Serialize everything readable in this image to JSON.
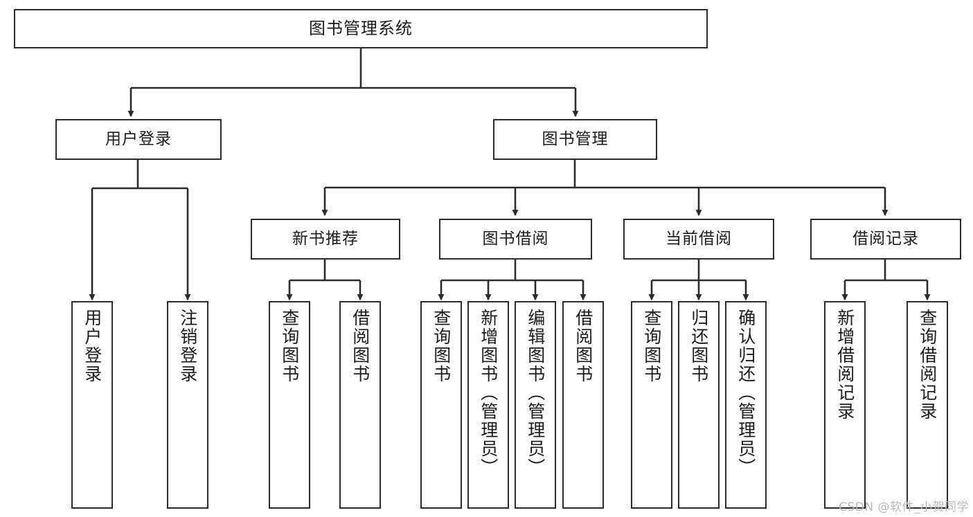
{
  "diagram": {
    "title": "图书管理系统",
    "watermark": "CSDN @软件_小贺同学",
    "colors": {
      "stroke": "#2b2b2b",
      "fill": "#ffffff",
      "text": "#1b1b1b",
      "watermark": "#b8b8b8"
    },
    "nodes": {
      "root": {
        "label": "图书管理系统"
      },
      "level1": [
        {
          "id": "user-login",
          "label": "用户登录"
        },
        {
          "id": "book-manage",
          "label": "图书管理"
        }
      ],
      "level2": [
        {
          "id": "new-book-recommend",
          "label": "新书推荐"
        },
        {
          "id": "book-borrow",
          "label": "图书借阅"
        },
        {
          "id": "current-borrow",
          "label": "当前借阅"
        },
        {
          "id": "borrow-record",
          "label": "借阅记录"
        }
      ],
      "leaves": {
        "user-login": [
          {
            "id": "leaf-user-login",
            "label": "用户登录"
          },
          {
            "id": "leaf-logout",
            "label": "注销登录"
          }
        ],
        "new-book-recommend": [
          {
            "id": "leaf-query-book-1",
            "label": "查询图书"
          },
          {
            "id": "leaf-borrow-book-1",
            "label": "借阅图书"
          }
        ],
        "book-borrow": [
          {
            "id": "leaf-query-book-2",
            "label": "查询图书"
          },
          {
            "id": "leaf-add-book",
            "label": "新增图书（管理员）"
          },
          {
            "id": "leaf-edit-book",
            "label": "编辑图书（管理员）"
          },
          {
            "id": "leaf-borrow-book-2",
            "label": "借阅图书"
          }
        ],
        "current-borrow": [
          {
            "id": "leaf-query-book-3",
            "label": "查询图书"
          },
          {
            "id": "leaf-return-book",
            "label": "归还图书"
          },
          {
            "id": "leaf-confirm-return",
            "label": "确认归还（管理员）"
          }
        ],
        "borrow-record": [
          {
            "id": "leaf-add-record",
            "label": "新增借阅记录"
          },
          {
            "id": "leaf-query-record",
            "label": "查询借阅记录"
          }
        ]
      }
    }
  }
}
